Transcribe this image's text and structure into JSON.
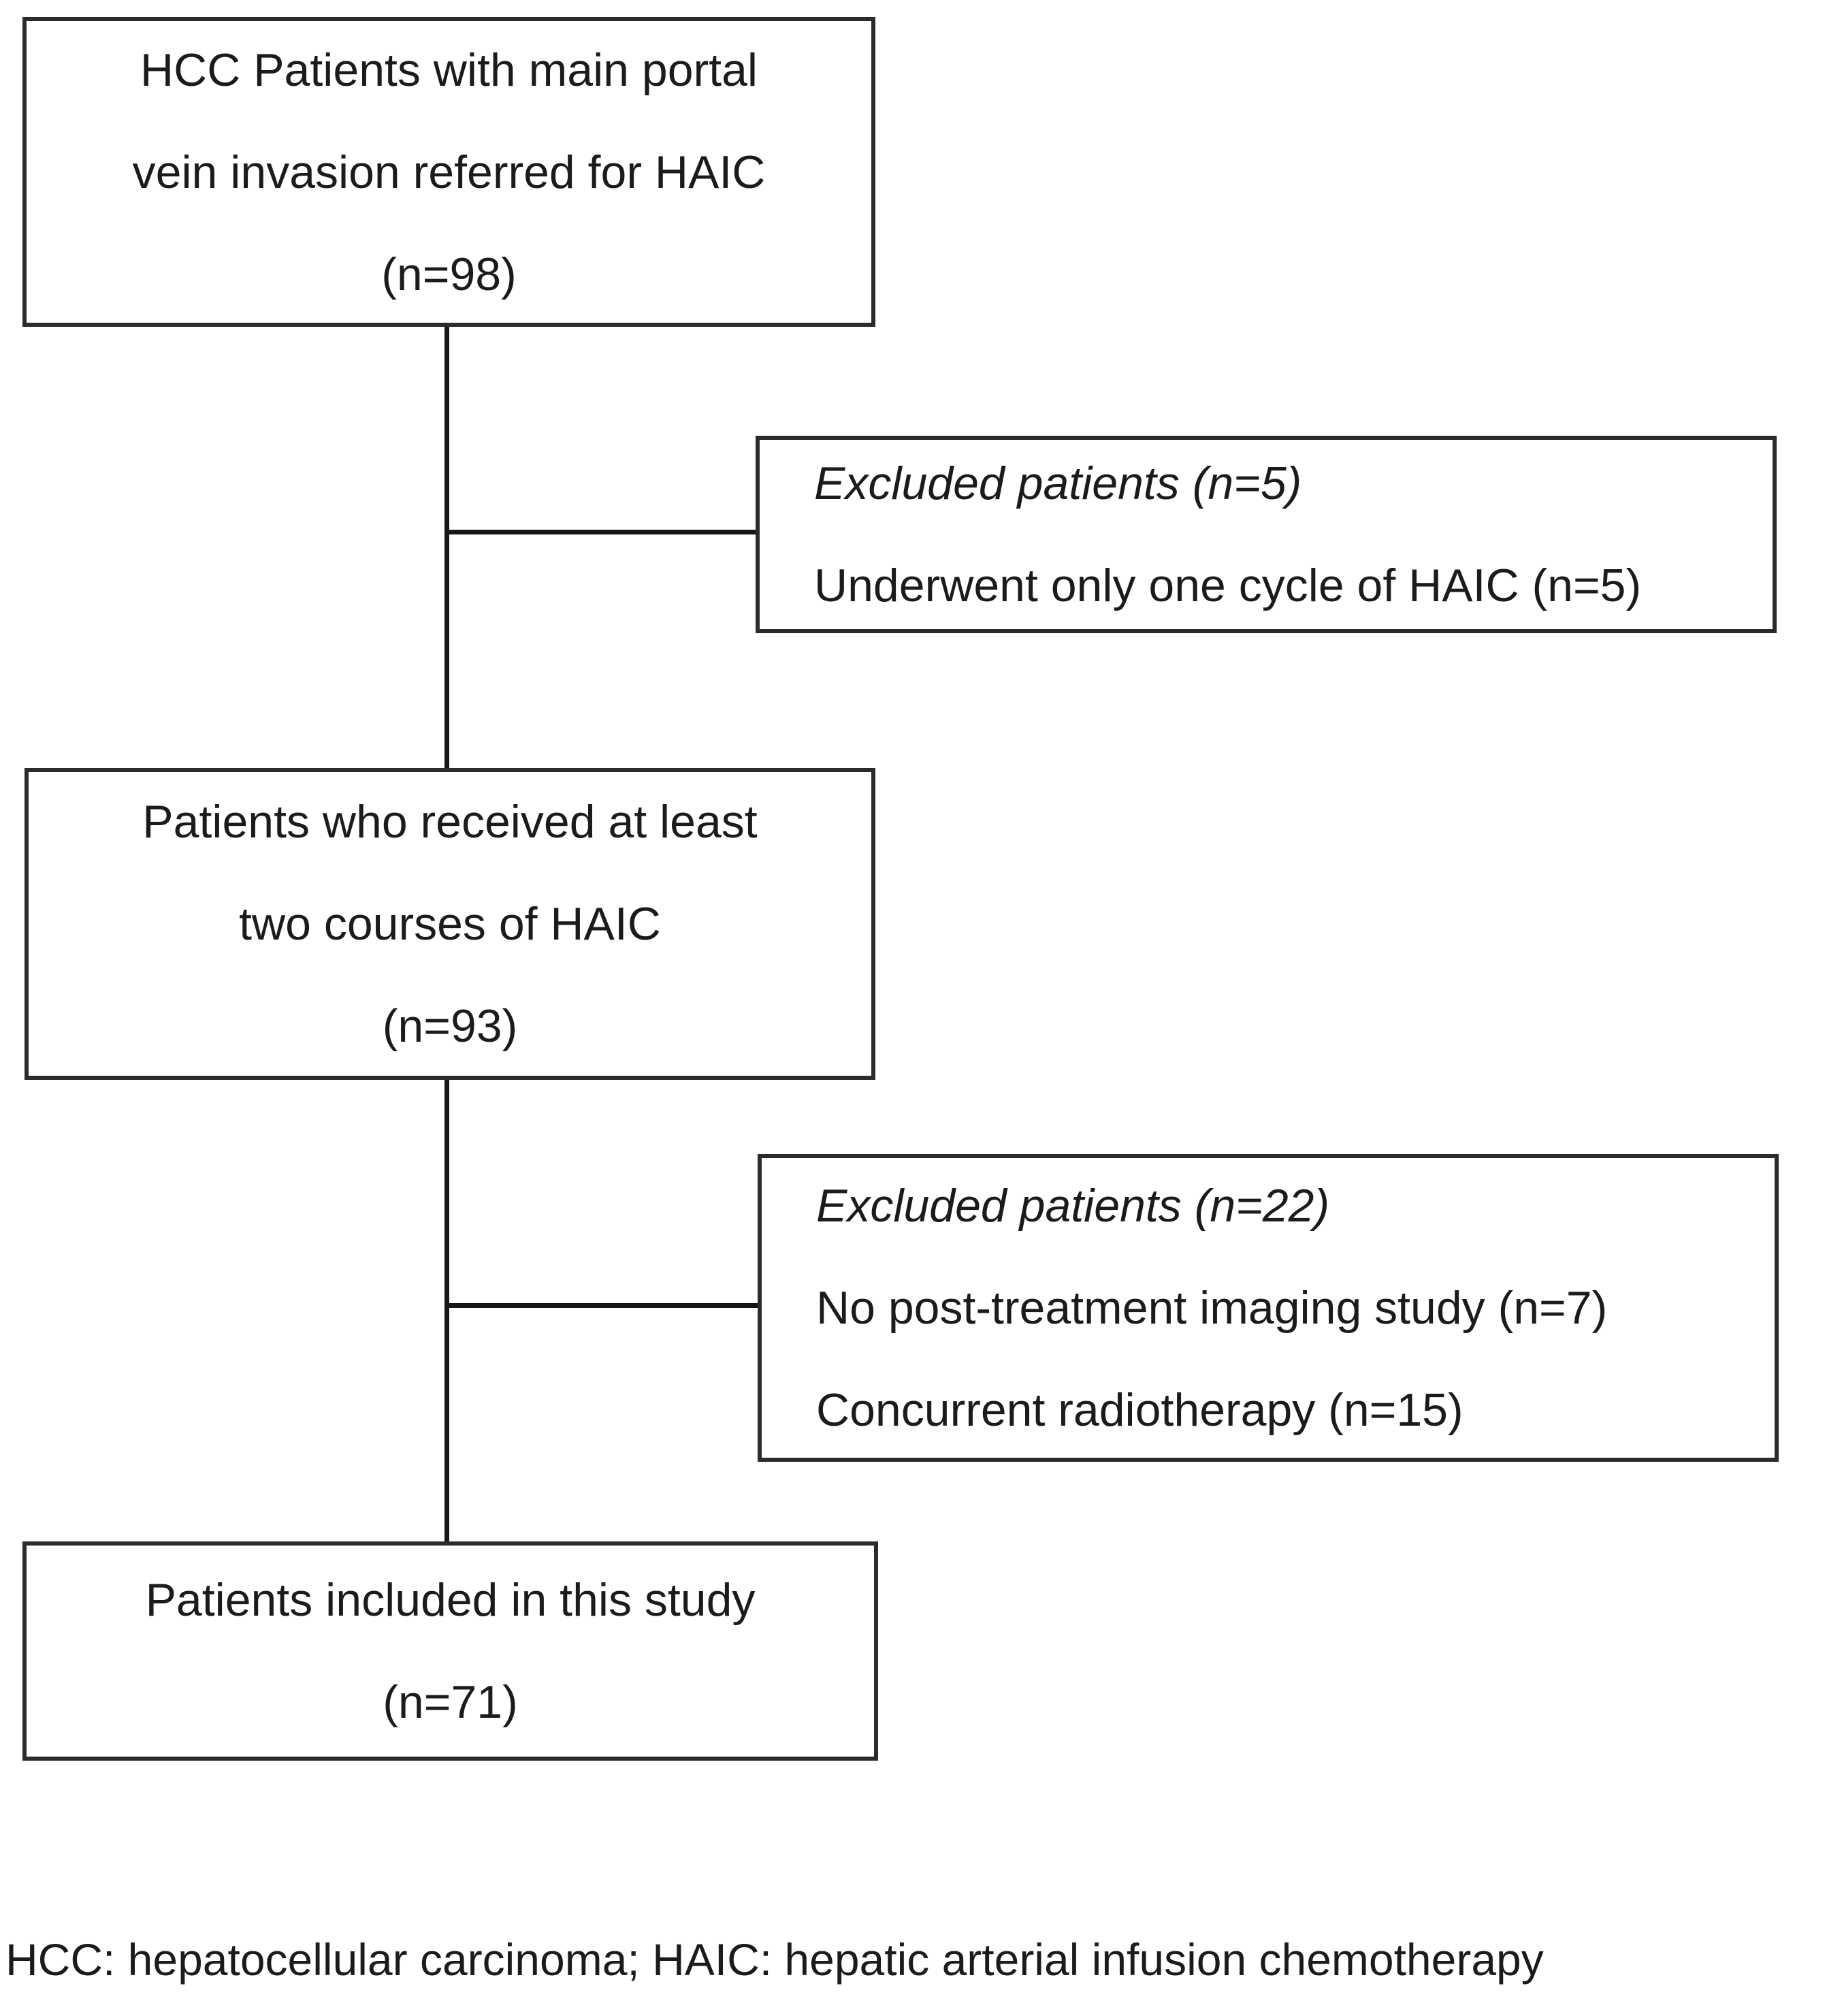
{
  "diagram": {
    "boxes": {
      "top": {
        "lines": [
          "HCC Patients with main portal",
          "vein invasion referred for HAIC",
          "(n=98)"
        ]
      },
      "excluded1": {
        "title": "Excluded patients (n=5)",
        "items": [
          "Underwent only one cycle of HAIC (n=5)"
        ]
      },
      "middle": {
        "lines": [
          "Patients who received at least",
          "two courses of HAIC",
          "(n=93)"
        ]
      },
      "excluded2": {
        "title": "Excluded patients (n=22)",
        "items": [
          "No post-treatment imaging study (n=7)",
          "Concurrent radiotherapy (n=15)"
        ]
      },
      "final": {
        "lines": [
          "Patients included in this study",
          "(n=71)"
        ]
      }
    },
    "footnote": "HCC: hepatocellular carcinoma; HAIC: hepatic arterial infusion chemotherapy",
    "counts": {
      "referred": 98,
      "received_two_courses": 93,
      "excluded_first": 5,
      "excluded_second": 22,
      "included": 71
    },
    "colors": {
      "background": "#ffffff",
      "box_border": "#2b2b2b",
      "connector": "#161616",
      "text": "#1b1b1b"
    }
  }
}
